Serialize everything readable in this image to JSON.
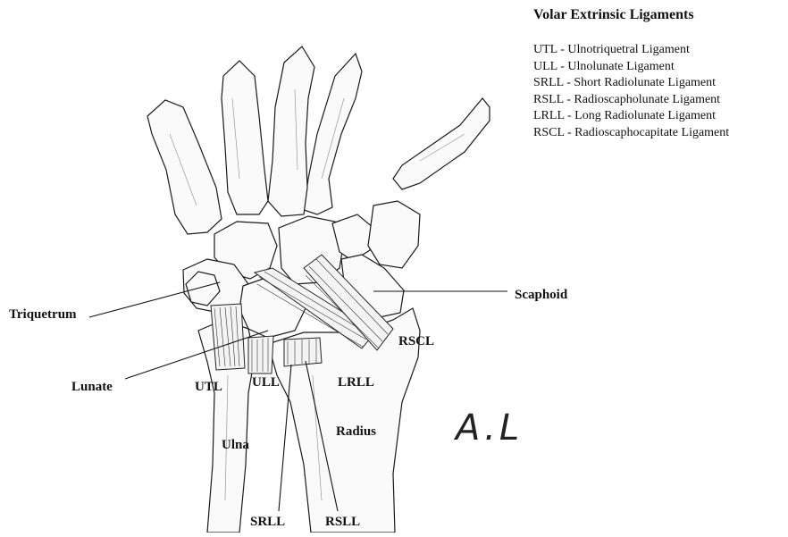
{
  "legend": {
    "title": "Volar Extrinsic Ligaments",
    "items": [
      {
        "abbr": "UTL",
        "name": "Ulnotriquetral Ligament"
      },
      {
        "abbr": "ULL",
        "name": "Ulnolunate Ligament"
      },
      {
        "abbr": "SRLL",
        "name": "Short Radiolunate Ligament"
      },
      {
        "abbr": "RSLL",
        "name": "Radioscapholunate Ligament"
      },
      {
        "abbr": "LRLL",
        "name": "Long Radiolunate Ligament"
      },
      {
        "abbr": "RSCL",
        "name": "Radioscaphocapitate Ligament"
      }
    ],
    "separator": " - "
  },
  "labels": {
    "triquetrum": "Triquetrum",
    "lunate": "Lunate",
    "scaphoid": "Scaphoid",
    "utl": "UTL",
    "ull": "ULL",
    "lrll": "LRLL",
    "rscl": "RSCL",
    "srll": "SRLL",
    "rsll": "RSLL",
    "ulna": "Ulna",
    "radius": "Radius"
  },
  "signature": "A.L"
}
